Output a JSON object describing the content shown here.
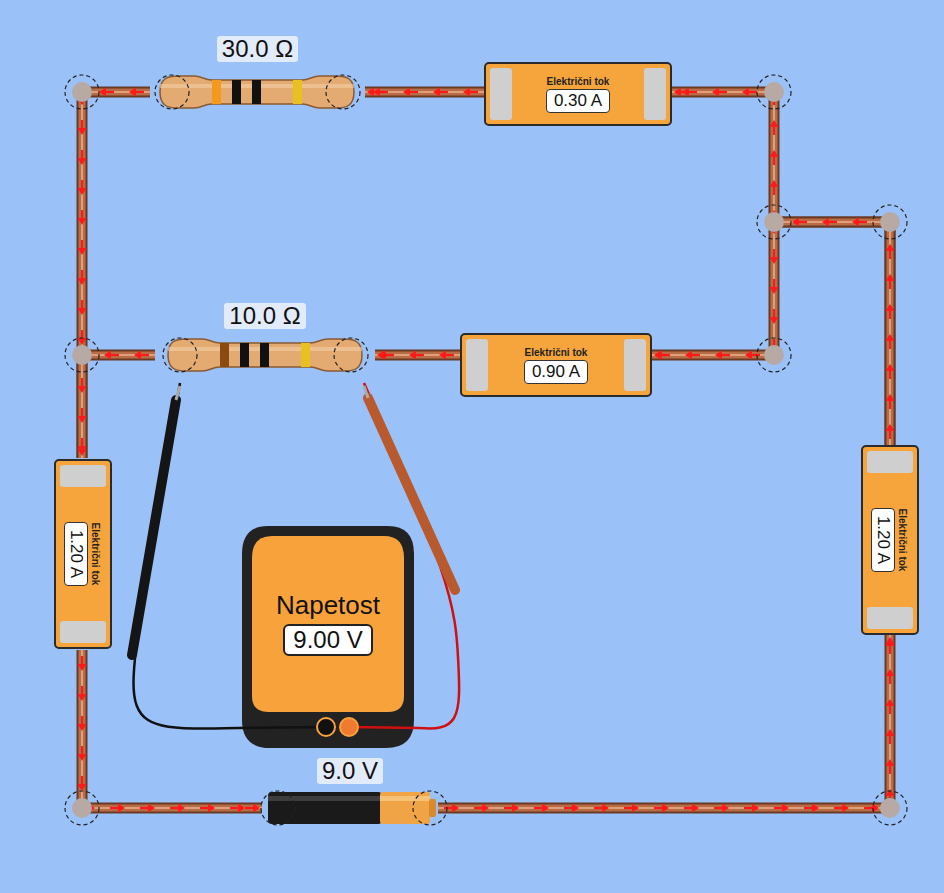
{
  "diagram": {
    "nodes": [
      {
        "text": [
          "30.0 Ω"
        ]
      },
      {
        "text": [
          "Električni tok",
          "0.30 A"
        ]
      },
      {
        "text": [
          "10.0 Ω"
        ]
      },
      {
        "text": [
          "Električni tok",
          "0.90 A"
        ]
      },
      {
        "text": [
          "Električni tok",
          "1.20 A"
        ]
      },
      {
        "text": [
          "Električni tok",
          "1.20 A"
        ]
      },
      {
        "text": [
          "Napetost",
          "9.00 V"
        ]
      },
      {
        "text": [
          "9.0 V"
        ]
      }
    ],
    "edges": [
      {
        "from": 1,
        "to": 0,
        "arrow": "to"
      },
      {
        "from": 3,
        "to": 2,
        "arrow": "to"
      },
      {
        "from": 0,
        "to": 4,
        "arrow": "to"
      },
      {
        "from": 2,
        "to": 4,
        "arrow": "to"
      },
      {
        "from": 4,
        "to": 7,
        "arrow": "to"
      },
      {
        "from": 7,
        "to": 5,
        "arrow": "to"
      },
      {
        "from": 5,
        "to": 1,
        "arrow": "to"
      },
      {
        "from": 5,
        "to": 3,
        "arrow": "to"
      },
      {
        "from": 6,
        "to": 2,
        "arrow": "none"
      },
      {
        "from": 6,
        "to": 2,
        "arrow": "none"
      }
    ]
  }
}
